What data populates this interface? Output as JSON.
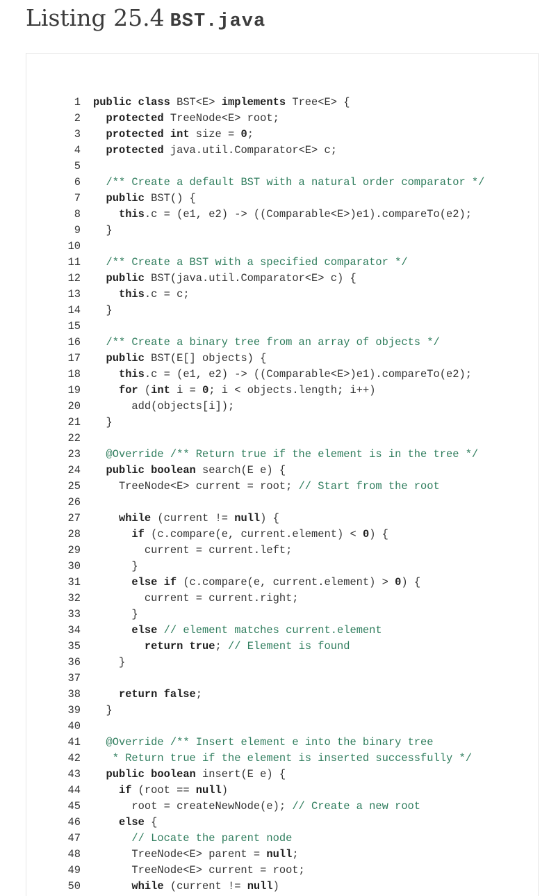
{
  "heading": {
    "label": "Listing 25.4",
    "filename": "BST.java"
  },
  "code": [
    {
      "n": "1",
      "t": [
        {
          "s": "kw",
          "v": "public class"
        },
        {
          "s": "tx",
          "v": " BST<E> "
        },
        {
          "s": "kw",
          "v": "implements"
        },
        {
          "s": "tx",
          "v": " Tree<E> {"
        }
      ]
    },
    {
      "n": "2",
      "t": [
        {
          "s": "tx",
          "v": "  "
        },
        {
          "s": "kw",
          "v": "protected"
        },
        {
          "s": "tx",
          "v": " TreeNode<E> root;"
        }
      ]
    },
    {
      "n": "3",
      "t": [
        {
          "s": "tx",
          "v": "  "
        },
        {
          "s": "kw",
          "v": "protected int"
        },
        {
          "s": "tx",
          "v": " size = "
        },
        {
          "s": "nm",
          "v": "0"
        },
        {
          "s": "tx",
          "v": ";"
        }
      ]
    },
    {
      "n": "4",
      "t": [
        {
          "s": "tx",
          "v": "  "
        },
        {
          "s": "kw",
          "v": "protected"
        },
        {
          "s": "tx",
          "v": " java.util.Comparator<E> c;"
        }
      ]
    },
    {
      "n": "5",
      "t": []
    },
    {
      "n": "6",
      "t": [
        {
          "s": "tx",
          "v": "  "
        },
        {
          "s": "cm",
          "v": "/** Create a default BST with a natural order comparator */"
        }
      ]
    },
    {
      "n": "7",
      "t": [
        {
          "s": "tx",
          "v": "  "
        },
        {
          "s": "kw",
          "v": "public"
        },
        {
          "s": "tx",
          "v": " BST() {"
        }
      ]
    },
    {
      "n": "8",
      "t": [
        {
          "s": "tx",
          "v": "    "
        },
        {
          "s": "kw",
          "v": "this"
        },
        {
          "s": "tx",
          "v": ".c = (e1, e2) -> ((Comparable<E>)e1).compareTo(e2);"
        }
      ]
    },
    {
      "n": "9",
      "t": [
        {
          "s": "tx",
          "v": "  }"
        }
      ]
    },
    {
      "n": "10",
      "t": []
    },
    {
      "n": "11",
      "t": [
        {
          "s": "tx",
          "v": "  "
        },
        {
          "s": "cm",
          "v": "/** Create a BST with a specified comparator */"
        }
      ]
    },
    {
      "n": "12",
      "t": [
        {
          "s": "tx",
          "v": "  "
        },
        {
          "s": "kw",
          "v": "public"
        },
        {
          "s": "tx",
          "v": " BST(java.util.Comparator<E> c) {"
        }
      ]
    },
    {
      "n": "13",
      "t": [
        {
          "s": "tx",
          "v": "    "
        },
        {
          "s": "kw",
          "v": "this"
        },
        {
          "s": "tx",
          "v": ".c = c;"
        }
      ]
    },
    {
      "n": "14",
      "t": [
        {
          "s": "tx",
          "v": "  }"
        }
      ]
    },
    {
      "n": "15",
      "t": []
    },
    {
      "n": "16",
      "t": [
        {
          "s": "tx",
          "v": "  "
        },
        {
          "s": "cm",
          "v": "/** Create a binary tree from an array of objects */"
        }
      ]
    },
    {
      "n": "17",
      "t": [
        {
          "s": "tx",
          "v": "  "
        },
        {
          "s": "kw",
          "v": "public"
        },
        {
          "s": "tx",
          "v": " BST(E[] objects) {"
        }
      ]
    },
    {
      "n": "18",
      "t": [
        {
          "s": "tx",
          "v": "    "
        },
        {
          "s": "kw",
          "v": "this"
        },
        {
          "s": "tx",
          "v": ".c = (e1, e2) -> ((Comparable<E>)e1).compareTo(e2);"
        }
      ]
    },
    {
      "n": "19",
      "t": [
        {
          "s": "tx",
          "v": "    "
        },
        {
          "s": "kw",
          "v": "for"
        },
        {
          "s": "tx",
          "v": " ("
        },
        {
          "s": "kw",
          "v": "int"
        },
        {
          "s": "tx",
          "v": " i = "
        },
        {
          "s": "nm",
          "v": "0"
        },
        {
          "s": "tx",
          "v": "; i < objects.length; i++)"
        }
      ]
    },
    {
      "n": "20",
      "t": [
        {
          "s": "tx",
          "v": "      add(objects[i]);"
        }
      ]
    },
    {
      "n": "21",
      "t": [
        {
          "s": "tx",
          "v": "  }"
        }
      ]
    },
    {
      "n": "22",
      "t": []
    },
    {
      "n": "23",
      "t": [
        {
          "s": "tx",
          "v": "  "
        },
        {
          "s": "cm",
          "v": "@Override /** Return true if the element is in the tree */"
        }
      ]
    },
    {
      "n": "24",
      "t": [
        {
          "s": "tx",
          "v": "  "
        },
        {
          "s": "kw",
          "v": "public boolean"
        },
        {
          "s": "tx",
          "v": " search(E e) {"
        }
      ]
    },
    {
      "n": "25",
      "t": [
        {
          "s": "tx",
          "v": "    TreeNode<E> current = root; "
        },
        {
          "s": "cm",
          "v": "// Start from the root"
        }
      ]
    },
    {
      "n": "26",
      "t": []
    },
    {
      "n": "27",
      "t": [
        {
          "s": "tx",
          "v": "    "
        },
        {
          "s": "kw",
          "v": "while"
        },
        {
          "s": "tx",
          "v": " (current != "
        },
        {
          "s": "kw",
          "v": "null"
        },
        {
          "s": "tx",
          "v": ") {"
        }
      ]
    },
    {
      "n": "28",
      "t": [
        {
          "s": "tx",
          "v": "      "
        },
        {
          "s": "kw",
          "v": "if"
        },
        {
          "s": "tx",
          "v": " (c.compare(e, current.element) < "
        },
        {
          "s": "nm",
          "v": "0"
        },
        {
          "s": "tx",
          "v": ") {"
        }
      ]
    },
    {
      "n": "29",
      "t": [
        {
          "s": "tx",
          "v": "        current = current.left;"
        }
      ]
    },
    {
      "n": "30",
      "t": [
        {
          "s": "tx",
          "v": "      }"
        }
      ]
    },
    {
      "n": "31",
      "t": [
        {
          "s": "tx",
          "v": "      "
        },
        {
          "s": "kw",
          "v": "else if"
        },
        {
          "s": "tx",
          "v": " (c.compare(e, current.element) > "
        },
        {
          "s": "nm",
          "v": "0"
        },
        {
          "s": "tx",
          "v": ") {"
        }
      ]
    },
    {
      "n": "32",
      "t": [
        {
          "s": "tx",
          "v": "        current = current.right;"
        }
      ]
    },
    {
      "n": "33",
      "t": [
        {
          "s": "tx",
          "v": "      }"
        }
      ]
    },
    {
      "n": "34",
      "t": [
        {
          "s": "tx",
          "v": "      "
        },
        {
          "s": "kw",
          "v": "else"
        },
        {
          "s": "tx",
          "v": " "
        },
        {
          "s": "cm",
          "v": "// element matches current.element"
        }
      ]
    },
    {
      "n": "35",
      "t": [
        {
          "s": "tx",
          "v": "        "
        },
        {
          "s": "kw",
          "v": "return true"
        },
        {
          "s": "tx",
          "v": "; "
        },
        {
          "s": "cm",
          "v": "// Element is found"
        }
      ]
    },
    {
      "n": "36",
      "t": [
        {
          "s": "tx",
          "v": "    }"
        }
      ]
    },
    {
      "n": "37",
      "t": []
    },
    {
      "n": "38",
      "t": [
        {
          "s": "tx",
          "v": "    "
        },
        {
          "s": "kw",
          "v": "return false"
        },
        {
          "s": "tx",
          "v": ";"
        }
      ]
    },
    {
      "n": "39",
      "t": [
        {
          "s": "tx",
          "v": "  }"
        }
      ]
    },
    {
      "n": "40",
      "t": []
    },
    {
      "n": "41",
      "t": [
        {
          "s": "tx",
          "v": "  "
        },
        {
          "s": "cm",
          "v": "@Override /** Insert element e into the binary tree"
        }
      ]
    },
    {
      "n": "42",
      "t": [
        {
          "s": "tx",
          "v": "   "
        },
        {
          "s": "cm",
          "v": "* Return true if the element is inserted successfully */"
        }
      ]
    },
    {
      "n": "43",
      "t": [
        {
          "s": "tx",
          "v": "  "
        },
        {
          "s": "kw",
          "v": "public boolean"
        },
        {
          "s": "tx",
          "v": " insert(E e) {"
        }
      ]
    },
    {
      "n": "44",
      "t": [
        {
          "s": "tx",
          "v": "    "
        },
        {
          "s": "kw",
          "v": "if"
        },
        {
          "s": "tx",
          "v": " (root == "
        },
        {
          "s": "kw",
          "v": "null"
        },
        {
          "s": "tx",
          "v": ")"
        }
      ]
    },
    {
      "n": "45",
      "t": [
        {
          "s": "tx",
          "v": "      root = createNewNode(e); "
        },
        {
          "s": "cm",
          "v": "// Create a new root"
        }
      ]
    },
    {
      "n": "46",
      "t": [
        {
          "s": "tx",
          "v": "    "
        },
        {
          "s": "kw",
          "v": "else"
        },
        {
          "s": "tx",
          "v": " {"
        }
      ]
    },
    {
      "n": "47",
      "t": [
        {
          "s": "tx",
          "v": "      "
        },
        {
          "s": "cm",
          "v": "// Locate the parent node"
        }
      ]
    },
    {
      "n": "48",
      "t": [
        {
          "s": "tx",
          "v": "      TreeNode<E> parent = "
        },
        {
          "s": "kw",
          "v": "null"
        },
        {
          "s": "tx",
          "v": ";"
        }
      ]
    },
    {
      "n": "49",
      "t": [
        {
          "s": "tx",
          "v": "      TreeNode<E> current = root;"
        }
      ]
    },
    {
      "n": "50",
      "t": [
        {
          "s": "tx",
          "v": "      "
        },
        {
          "s": "kw",
          "v": "while"
        },
        {
          "s": "tx",
          "v": " (current != "
        },
        {
          "s": "kw",
          "v": "null"
        },
        {
          "s": "tx",
          "v": ")"
        }
      ]
    }
  ]
}
